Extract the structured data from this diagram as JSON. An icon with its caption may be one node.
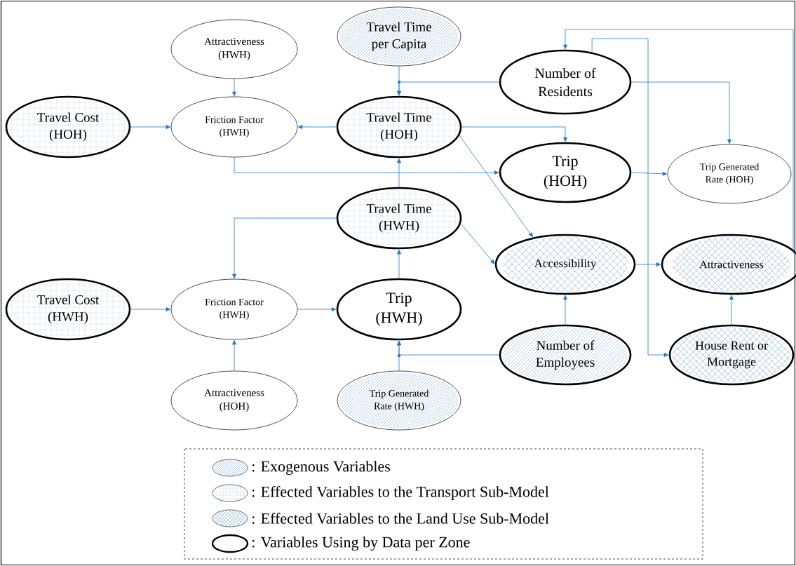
{
  "diagram": {
    "nodes": [
      {
        "text": [
          "Attractiveness (HWH)"
        ]
      },
      {
        "text": [
          "Travel Time per Capita"
        ]
      },
      {
        "text": [
          "Number of Residents"
        ]
      },
      {
        "text": [
          "Travel Cost (HOH)"
        ]
      },
      {
        "text": [
          "Friction Factor (HWH)"
        ]
      },
      {
        "text": [
          "Travel Time (HOH)"
        ]
      },
      {
        "text": [
          "Trip (HOH)"
        ]
      },
      {
        "text": [
          "Trip Generated Rate (HOH)"
        ]
      },
      {
        "text": [
          "Travel Time (HWH)"
        ]
      },
      {
        "text": [
          "Accessibility"
        ]
      },
      {
        "text": [
          "Attractiveness"
        ]
      },
      {
        "text": [
          "Travel Cost (HWH)"
        ]
      },
      {
        "text": [
          "Friction Factor (HWH)"
        ]
      },
      {
        "text": [
          "Trip (HWH)"
        ]
      },
      {
        "text": [
          "Number of Employees"
        ]
      },
      {
        "text": [
          "House Rent or Mortgage"
        ]
      },
      {
        "text": [
          "Attractiveness (HOH)"
        ]
      },
      {
        "text": [
          "Trip Generated Rate (HWH)"
        ]
      }
    ],
    "edges": [
      {
        "from": 0,
        "to": 4,
        "arrow": "to"
      },
      {
        "from": 1,
        "to": 5,
        "arrow": "to"
      },
      {
        "from": 2,
        "to": 5,
        "arrow": "to"
      },
      {
        "from": 3,
        "to": 4,
        "arrow": "to"
      },
      {
        "from": 5,
        "to": 4,
        "arrow": "to"
      },
      {
        "from": 4,
        "to": 6,
        "arrow": "to"
      },
      {
        "from": 5,
        "to": 6,
        "arrow": "to"
      },
      {
        "from": 5,
        "to": 9,
        "arrow": "to"
      },
      {
        "from": 2,
        "to": 7,
        "arrow": "to"
      },
      {
        "from": 6,
        "to": 7,
        "arrow": "to"
      },
      {
        "from": 2,
        "to": 15,
        "arrow": "to"
      },
      {
        "from": 10,
        "to": 2,
        "arrow": "to"
      },
      {
        "from": 8,
        "to": 5,
        "arrow": "to"
      },
      {
        "from": 8,
        "to": 12,
        "arrow": "to"
      },
      {
        "from": 8,
        "to": 9,
        "arrow": "to"
      },
      {
        "from": 9,
        "to": 10,
        "arrow": "to"
      },
      {
        "from": 11,
        "to": 12,
        "arrow": "to"
      },
      {
        "from": 12,
        "to": 13,
        "arrow": "to"
      },
      {
        "from": 13,
        "to": 8,
        "arrow": "to"
      },
      {
        "from": 14,
        "to": 9,
        "arrow": "to"
      },
      {
        "from": 14,
        "to": 13,
        "arrow": "to"
      },
      {
        "from": 17,
        "to": 13,
        "arrow": "to"
      },
      {
        "from": 15,
        "to": 10,
        "arrow": "to"
      },
      {
        "from": 16,
        "to": 12,
        "arrow": "to"
      }
    ],
    "legend": [
      {
        "text": ": Exogenous Variables"
      },
      {
        "text": ": Effected Variables to the Transport Sub-Model"
      },
      {
        "text": ": Effected Variables to the Land Use Sub-Model"
      },
      {
        "text": ": Variables Using by Data per Zone"
      }
    ]
  }
}
